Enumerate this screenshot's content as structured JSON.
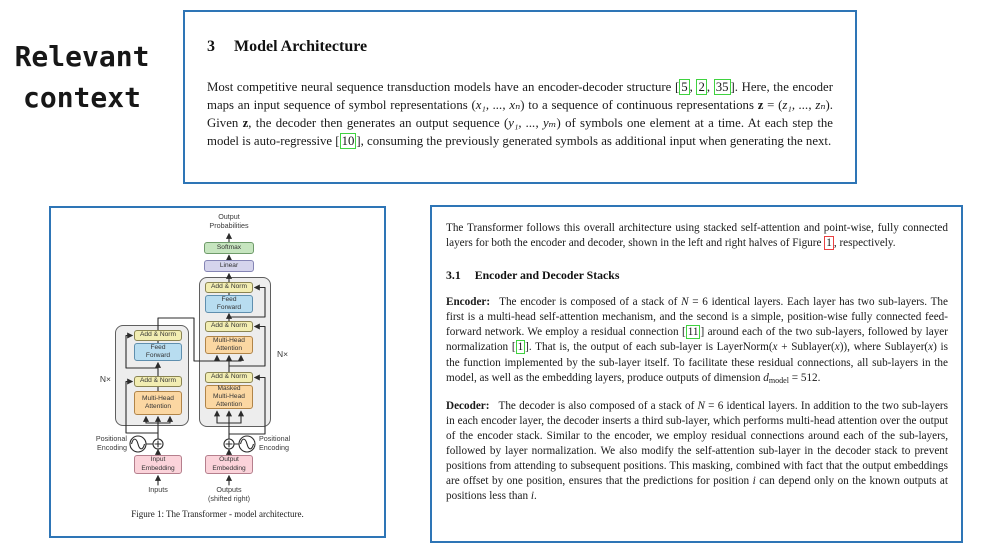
{
  "slide": {
    "background": "#ffffff",
    "panel_border": "#2e75b6",
    "cite_green": "#3fd23f",
    "cite_red": "#e84040"
  },
  "context_label": {
    "lines": [
      "Relevant",
      "context"
    ]
  },
  "paper_top": {
    "heading": {
      "number": "3",
      "title": "Model Architecture"
    },
    "paragraph": [
      {
        "k": "t",
        "v": "Most competitive neural sequence transduction models have an encoder-decoder structure ["
      },
      {
        "k": "cg",
        "v": "5"
      },
      {
        "k": "t",
        "v": ", "
      },
      {
        "k": "cg",
        "v": "2"
      },
      {
        "k": "t",
        "v": ", "
      },
      {
        "k": "cg",
        "v": "35"
      },
      {
        "k": "t",
        "v": "]. Here, the encoder maps an input sequence of symbol representations ("
      },
      {
        "k": "i",
        "v": "x₁, ..., xₙ"
      },
      {
        "k": "t",
        "v": ") to a sequence of continuous representations "
      },
      {
        "k": "b",
        "v": "z"
      },
      {
        "k": "t",
        "v": " = ("
      },
      {
        "k": "i",
        "v": "z₁, ..., zₙ"
      },
      {
        "k": "t",
        "v": "). Given "
      },
      {
        "k": "b",
        "v": "z"
      },
      {
        "k": "t",
        "v": ", the decoder then generates an output sequence ("
      },
      {
        "k": "i",
        "v": "y₁, ..., yₘ"
      },
      {
        "k": "t",
        "v": ") of symbols one element at a time. At each step the model is auto-regressive ["
      },
      {
        "k": "cg",
        "v": "10"
      },
      {
        "k": "t",
        "v": "], consuming the previously generated symbols as additional input when generating the next."
      }
    ]
  },
  "figure": {
    "caption": "Figure 1: The Transformer - model architecture.",
    "labels": {
      "output_probabilities": [
        "Output",
        "Probabilities"
      ],
      "softmax": "Softmax",
      "linear": "Linear",
      "add_norm": "Add & Norm",
      "feed_forward": [
        "Feed",
        "Forward"
      ],
      "multi_head_attention": [
        "Multi-Head",
        "Attention"
      ],
      "masked_multi_head_attention": [
        "Masked",
        "Multi-Head",
        "Attention"
      ],
      "n_times": "N×",
      "positional_encoding": [
        "Positional",
        "Encoding"
      ],
      "input_embedding": [
        "Input",
        "Embedding"
      ],
      "output_embedding": [
        "Output",
        "Embedding"
      ],
      "inputs": "Inputs",
      "outputs": [
        "Outputs",
        "(shifted right)"
      ]
    }
  },
  "paper_right": {
    "intro": [
      {
        "k": "t",
        "v": "The Transformer follows this overall architecture using stacked self-attention and point-wise, fully connected layers for both the encoder and decoder, shown in the left and right halves of Figure "
      },
      {
        "k": "cr",
        "v": "1"
      },
      {
        "k": "t",
        "v": ", respectively."
      }
    ],
    "heading": {
      "number": "3.1",
      "title": "Encoder and Decoder Stacks"
    },
    "encoder": [
      {
        "k": "lead",
        "v": "Encoder:"
      },
      {
        "k": "t",
        "v": "The encoder is composed of a stack of "
      },
      {
        "k": "i",
        "v": "N"
      },
      {
        "k": "t",
        "v": " = 6 identical layers. Each layer has two sub-layers. The first is a multi-head self-attention mechanism, and the second is a simple, position-wise fully connected feed-forward network. We employ a residual connection ["
      },
      {
        "k": "cg",
        "v": "11"
      },
      {
        "k": "t",
        "v": "] around each of the two sub-layers, followed by layer normalization ["
      },
      {
        "k": "cg",
        "v": "1"
      },
      {
        "k": "t",
        "v": "]. That is, the output of each sub-layer is LayerNorm("
      },
      {
        "k": "i",
        "v": "x"
      },
      {
        "k": "t",
        "v": " + Sublayer("
      },
      {
        "k": "i",
        "v": "x"
      },
      {
        "k": "t",
        "v": ")), where Sublayer("
      },
      {
        "k": "i",
        "v": "x"
      },
      {
        "k": "t",
        "v": ") is the function implemented by the sub-layer itself. To facilitate these residual connections, all sub-layers in the model, as well as the embedding layers, produce outputs of dimension "
      },
      {
        "k": "i",
        "v": "d"
      },
      {
        "k": "s",
        "v": "model"
      },
      {
        "k": "t",
        "v": " = 512."
      }
    ],
    "decoder": [
      {
        "k": "lead",
        "v": "Decoder:"
      },
      {
        "k": "t",
        "v": "The decoder is also composed of a stack of "
      },
      {
        "k": "i",
        "v": "N"
      },
      {
        "k": "t",
        "v": " = 6 identical layers. In addition to the two sub-layers in each encoder layer, the decoder inserts a third sub-layer, which performs multi-head attention over the output of the encoder stack. Similar to the encoder, we employ residual connections around each of the sub-layers, followed by layer normalization. We also modify the self-attention sub-layer in the decoder stack to prevent positions from attending to subsequent positions. This masking, combined with fact that the output embeddings are offset by one position, ensures that the predictions for position "
      },
      {
        "k": "i",
        "v": "i"
      },
      {
        "k": "t",
        "v": " can depend only on the known outputs at positions less than "
      },
      {
        "k": "i",
        "v": "i"
      },
      {
        "k": "t",
        "v": "."
      }
    ]
  }
}
